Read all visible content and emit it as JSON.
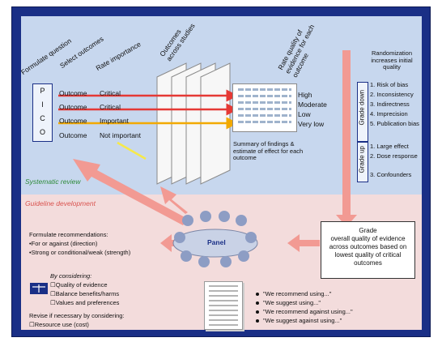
{
  "top": {
    "section_label": "Systematic review",
    "steps": {
      "formulate_question": "Formulate question",
      "select_outcomes": "Select outcomes",
      "rate_importance": "Rate importance",
      "outcomes_across_studies": "Outcomes across studies",
      "rate_quality": "Rate quality of evidence for each outcome"
    },
    "pico": [
      "P",
      "I",
      "C",
      "O"
    ],
    "outcomes": [
      {
        "label": "Outcome",
        "importance": "Critical"
      },
      {
        "label": "Outcome",
        "importance": "Critical"
      },
      {
        "label": "Outcome",
        "importance": "Important"
      },
      {
        "label": "Outcome",
        "importance": "Not important"
      }
    ],
    "quality_levels": [
      "High",
      "Moderate",
      "Low",
      "Very low"
    ],
    "summary": "Summary of findings & estimate of effect for each outcome",
    "randomization": "Randomization increases initial quality",
    "grade_down": {
      "label": "Grade down",
      "items": [
        "Risk of bias",
        "Inconsistency",
        "Indirectness",
        "Imprecision",
        "Publication bias"
      ]
    },
    "grade_up": {
      "label": "Grade up",
      "items": [
        "Large effect",
        "Dose response",
        "Confounders"
      ]
    }
  },
  "bottom": {
    "section_label": "Guideline development",
    "panel_label": "Panel",
    "formulate": {
      "title": "Formulate recommendations:",
      "items": [
        "•For or against (direction)",
        "•Strong or conditional/weak (strength)"
      ]
    },
    "considering": {
      "title": "By considering:",
      "items": [
        "Quality of evidence",
        "Balance benefits/harms",
        "Values and preferences"
      ]
    },
    "revise": {
      "title": "Revise if necessary by considering:",
      "item": "Resource use (cost)"
    },
    "grade_box": {
      "line1": "Grade",
      "line2": "overall quality of evidence across outcomes based on lowest quality of critical outcomes"
    },
    "quotes": [
      "\"We recommend using...\"",
      "\"We suggest using...\"",
      "\"We recommend against using...\"",
      "\"We suggest against using...\""
    ]
  },
  "colors": {
    "frame": "#1a2f86",
    "top_panel": "#c7d7ee",
    "bottom_panel": "#f3dcdc",
    "critical_arrow": "#e53935",
    "important_arrow": "#f2a900",
    "not_important_arrow": "#f6e94a",
    "flow_arrow": "#f29a93",
    "section_green": "#2e8b3a",
    "section_red": "#d9534f"
  }
}
